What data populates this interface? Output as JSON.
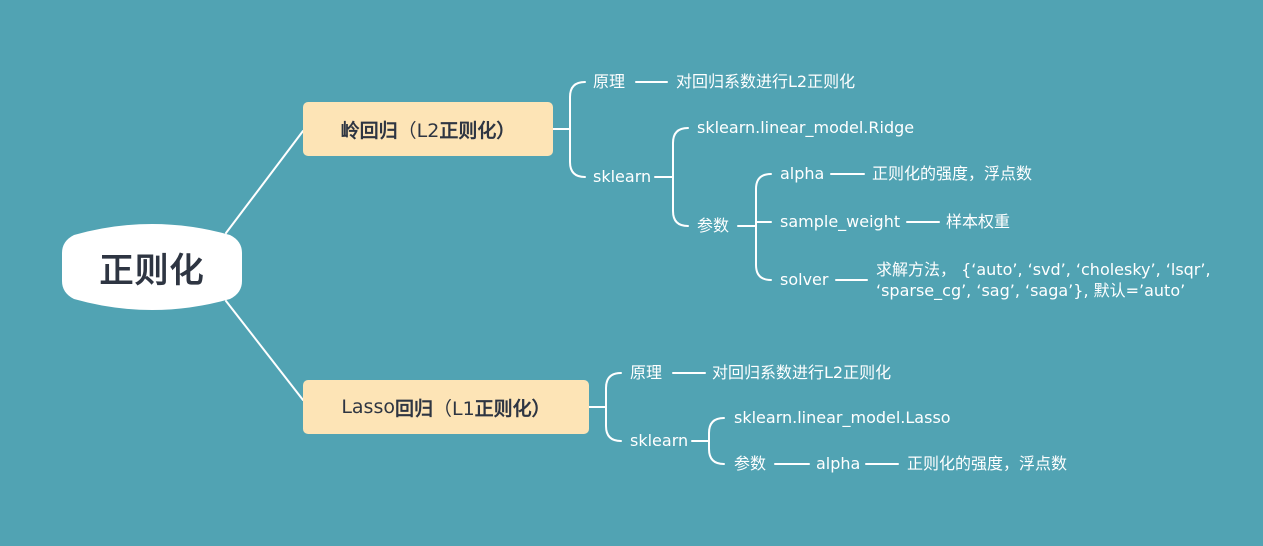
{
  "root": {
    "label": "正则化"
  },
  "ridge": {
    "label_bold_a": "岭回归",
    "label_plain": "（L2",
    "label_bold_b": "正则化）",
    "principle": {
      "label": "原理",
      "desc": "对回归系数进行L2正则化"
    },
    "sklearn": {
      "label": "sklearn",
      "module": "sklearn.linear_model.Ridge",
      "params": {
        "label": "参数",
        "alpha": {
          "name": "alpha",
          "desc": "正则化的强度，浮点数"
        },
        "sample_weight": {
          "name": "sample_weight",
          "desc": "样本权重"
        },
        "solver": {
          "name": "solver",
          "desc": "求解方法， {‘auto’, ‘svd’, ‘cholesky’, ‘lsqr’,\n‘sparse_cg’, ‘sag’, ‘saga’}, 默认=’auto’"
        }
      }
    }
  },
  "lasso": {
    "label_plain_a": "Lasso",
    "label_bold_a": "回归",
    "label_plain": "（L1",
    "label_bold_b": "正则化）",
    "principle": {
      "label": "原理",
      "desc": "对回归系数进行L2正则化"
    },
    "sklearn": {
      "label": "sklearn",
      "module": "sklearn.linear_model.Lasso",
      "params": {
        "label": "参数",
        "alpha": {
          "name": "alpha",
          "desc": "正则化的强度，浮点数"
        }
      }
    }
  },
  "colors": {
    "background": "#51a3b3",
    "branch_fill": "#fde4b6",
    "root_fill": "#ffffff",
    "text_dark": "#2e3542",
    "connector": "#ffffff"
  }
}
